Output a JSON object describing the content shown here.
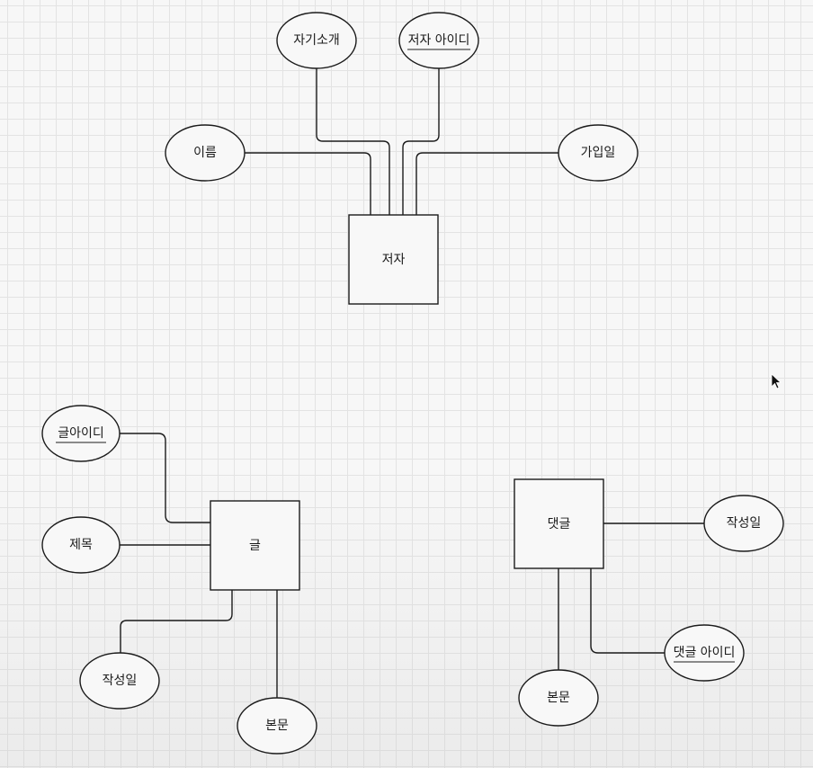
{
  "diagram": {
    "entities": {
      "author": {
        "label": "저자"
      },
      "post": {
        "label": "글"
      },
      "comment": {
        "label": "댓글"
      }
    },
    "attributes": {
      "author_bio": {
        "label": "자기소개",
        "key": false
      },
      "author_id": {
        "label": "저자 아이디",
        "key": true
      },
      "author_name": {
        "label": "이름",
        "key": false
      },
      "author_joined": {
        "label": "가입일",
        "key": false
      },
      "post_id": {
        "label": "글아이디",
        "key": true
      },
      "post_title": {
        "label": "제목",
        "key": false
      },
      "post_created": {
        "label": "작성일",
        "key": false
      },
      "post_body": {
        "label": "본문",
        "key": false
      },
      "comment_created": {
        "label": "작성일",
        "key": false
      },
      "comment_id": {
        "label": "댓글 아이디",
        "key": true
      },
      "comment_body": {
        "label": "본문",
        "key": false
      }
    },
    "relationships": [
      {
        "from": "author",
        "to": "author_bio"
      },
      {
        "from": "author",
        "to": "author_id"
      },
      {
        "from": "author",
        "to": "author_name"
      },
      {
        "from": "author",
        "to": "author_joined"
      },
      {
        "from": "post",
        "to": "post_id"
      },
      {
        "from": "post",
        "to": "post_title"
      },
      {
        "from": "post",
        "to": "post_created"
      },
      {
        "from": "post",
        "to": "post_body"
      },
      {
        "from": "comment",
        "to": "comment_created"
      },
      {
        "from": "comment",
        "to": "comment_id"
      },
      {
        "from": "comment",
        "to": "comment_body"
      }
    ]
  }
}
